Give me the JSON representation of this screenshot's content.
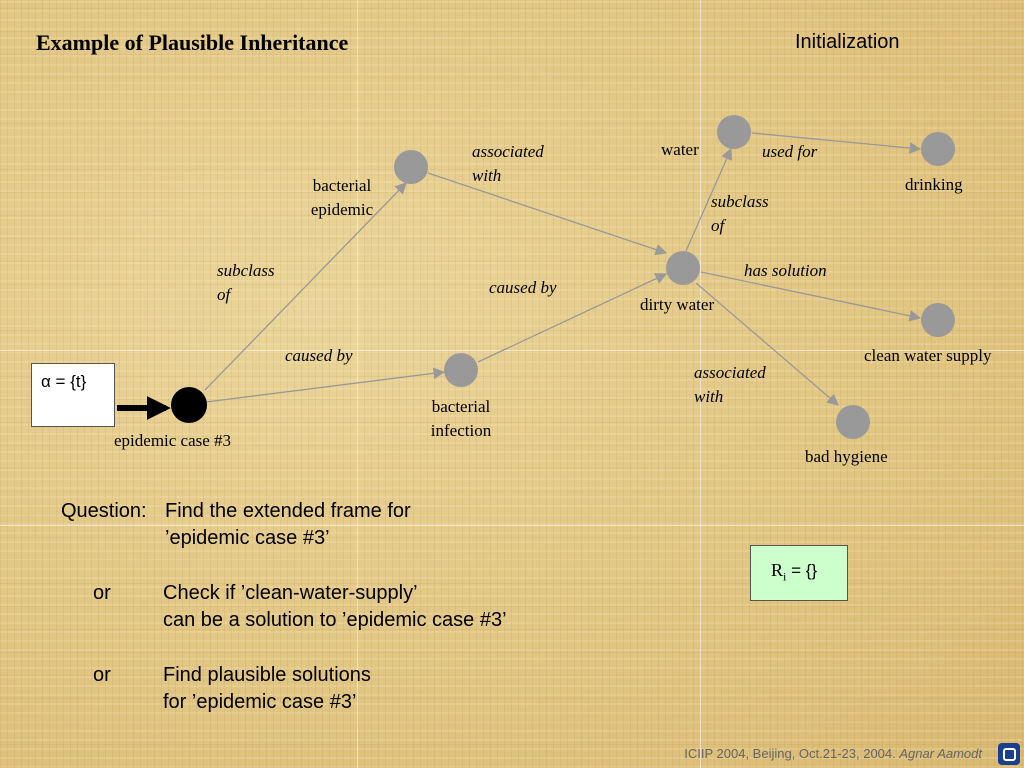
{
  "title": "Example of Plausible Inheritance",
  "step": "Initialization",
  "nodes": {
    "bacterial_epidemic": "bacterial\nepidemic",
    "water": "water",
    "drinking": "drinking",
    "dirty_water": "dirty water",
    "clean_water_supply": "clean water supply",
    "bad_hygiene": "bad hygiene",
    "bacterial_infection": "bacterial\ninfection",
    "epidemic_case": "epidemic case #3"
  },
  "edges": {
    "associated_with_1": "associated\nwith",
    "used_for": "used for",
    "subclass_of_1": "subclass\nof",
    "has_solution": "has solution",
    "subclass_of_2": "subclass\nof",
    "caused_by_1": "caused by",
    "caused_by_2": "caused by",
    "associated_with_2": "associated\nwith"
  },
  "alpha_box": "α = {t}",
  "r_box": {
    "symbol": "R",
    "subscript": "i",
    "value": " = {}"
  },
  "question": {
    "label": "Question:",
    "line1": "Find the extended frame for",
    "line2": "’epidemic case #3’",
    "or1": "or",
    "line3": "Check if ’clean-water-supply’",
    "line4": "can be a solution to ’epidemic case #3’",
    "or2": "or",
    "line5": "Find plausible solutions",
    "line6": "for ’epidemic case #3’"
  },
  "footer": {
    "text": "ICIIP 2004, Beijing, Oct.21-23, 2004. ",
    "author": "Agnar Aamodt"
  },
  "colors": {
    "node": "#999999",
    "active_node": "#000000",
    "edge": "#999999",
    "r_box": "#ccffcc"
  }
}
